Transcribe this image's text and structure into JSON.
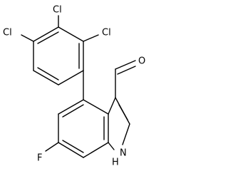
{
  "molecule": {
    "atoms": {
      "cl_top": "Cl",
      "cl_left": "Cl",
      "cl_right": "Cl",
      "oxygen": "O",
      "fluorine": "F",
      "nh": "H",
      "nh_n": "N"
    }
  }
}
